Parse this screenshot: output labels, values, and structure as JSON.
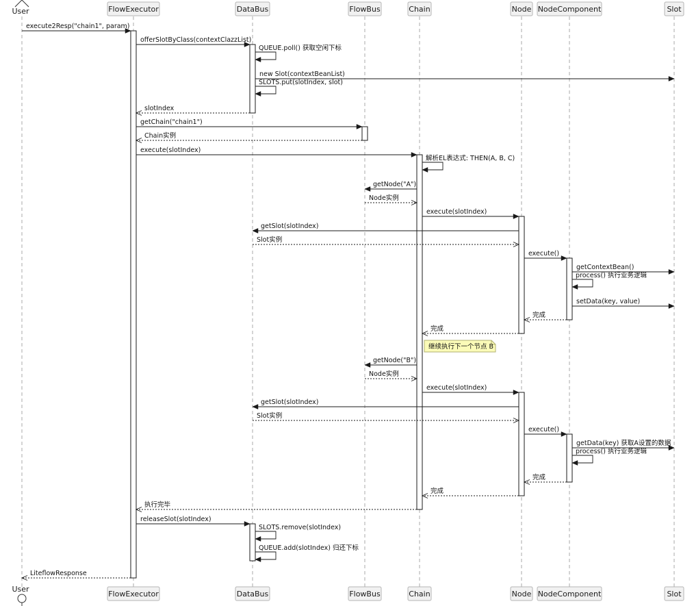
{
  "participants": [
    {
      "id": "user",
      "label": "User",
      "kind": "actor"
    },
    {
      "id": "flowexecutor",
      "label": "FlowExecutor",
      "kind": "box"
    },
    {
      "id": "databus",
      "label": "DataBus",
      "kind": "box"
    },
    {
      "id": "flowbus",
      "label": "FlowBus",
      "kind": "box"
    },
    {
      "id": "chain",
      "label": "Chain",
      "kind": "box"
    },
    {
      "id": "node",
      "label": "Node",
      "kind": "box"
    },
    {
      "id": "nodecomponent",
      "label": "NodeComponent",
      "kind": "box"
    },
    {
      "id": "slot",
      "label": "Slot",
      "kind": "box"
    }
  ],
  "messages": [
    {
      "from": "user",
      "to": "flowexecutor",
      "label": "execute2Resp(\"chain1\", param)",
      "style": "sync"
    },
    {
      "from": "flowexecutor",
      "to": "databus",
      "label": "offerSlotByClass(contextClazzList)",
      "style": "sync"
    },
    {
      "from": "databus",
      "to": "databus",
      "label": "QUEUE.poll() 获取空闲下标",
      "style": "self"
    },
    {
      "from": "databus",
      "to": "slot",
      "label": "new Slot(contextBeanList)",
      "style": "sync"
    },
    {
      "from": "databus",
      "to": "databus",
      "label": "SLOTS.put(slotIndex, slot)",
      "style": "self"
    },
    {
      "from": "databus",
      "to": "flowexecutor",
      "label": "slotIndex",
      "style": "return"
    },
    {
      "from": "flowexecutor",
      "to": "flowbus",
      "label": "getChain(\"chain1\")",
      "style": "sync"
    },
    {
      "from": "flowbus",
      "to": "flowexecutor",
      "label": "Chain实例",
      "style": "return"
    },
    {
      "from": "flowexecutor",
      "to": "chain",
      "label": "execute(slotIndex)",
      "style": "sync"
    },
    {
      "from": "chain",
      "to": "chain",
      "label": "解析EL表达式: THEN(A, B, C)",
      "style": "self"
    },
    {
      "from": "chain",
      "to": "flowbus",
      "label": "getNode(\"A\")",
      "style": "sync"
    },
    {
      "from": "flowbus",
      "to": "chain",
      "label": "Node实例",
      "style": "return"
    },
    {
      "from": "chain",
      "to": "node",
      "label": "execute(slotIndex)",
      "style": "sync"
    },
    {
      "from": "node",
      "to": "databus",
      "label": "getSlot(slotIndex)",
      "style": "sync"
    },
    {
      "from": "databus",
      "to": "node",
      "label": "Slot实例",
      "style": "return"
    },
    {
      "from": "node",
      "to": "nodecomponent",
      "label": "execute()",
      "style": "sync"
    },
    {
      "from": "nodecomponent",
      "to": "slot",
      "label": "getContextBean()",
      "style": "sync"
    },
    {
      "from": "nodecomponent",
      "to": "nodecomponent",
      "label": "process() 执行业务逻辑",
      "style": "self"
    },
    {
      "from": "nodecomponent",
      "to": "slot",
      "label": "setData(key, value)",
      "style": "sync"
    },
    {
      "from": "nodecomponent",
      "to": "node",
      "label": "完成",
      "style": "return"
    },
    {
      "from": "node",
      "to": "chain",
      "label": "完成",
      "style": "return"
    },
    {
      "from": "chain",
      "to": "flowbus",
      "label": "getNode(\"B\")",
      "style": "sync"
    },
    {
      "from": "flowbus",
      "to": "chain",
      "label": "Node实例",
      "style": "return"
    },
    {
      "from": "chain",
      "to": "node",
      "label": "execute(slotIndex)",
      "style": "sync"
    },
    {
      "from": "node",
      "to": "databus",
      "label": "getSlot(slotIndex)",
      "style": "sync"
    },
    {
      "from": "databus",
      "to": "node",
      "label": "Slot实例",
      "style": "return"
    },
    {
      "from": "node",
      "to": "nodecomponent",
      "label": "execute()",
      "style": "sync"
    },
    {
      "from": "nodecomponent",
      "to": "slot",
      "label": "getData(key) 获取A设置的数据",
      "style": "sync"
    },
    {
      "from": "nodecomponent",
      "to": "nodecomponent",
      "label": "process() 执行业务逻辑",
      "style": "self"
    },
    {
      "from": "nodecomponent",
      "to": "node",
      "label": "完成",
      "style": "return"
    },
    {
      "from": "node",
      "to": "chain",
      "label": "完成",
      "style": "return"
    },
    {
      "from": "chain",
      "to": "flowexecutor",
      "label": "执行完毕",
      "style": "return"
    },
    {
      "from": "flowexecutor",
      "to": "databus",
      "label": "releaseSlot(slotIndex)",
      "style": "sync"
    },
    {
      "from": "databus",
      "to": "databus",
      "label": "SLOTS.remove(slotIndex)",
      "style": "self"
    },
    {
      "from": "databus",
      "to": "databus",
      "label": "QUEUE.add(slotIndex) 归还下标",
      "style": "self"
    },
    {
      "from": "flowexecutor",
      "to": "user",
      "label": "LiteflowResponse",
      "style": "return"
    }
  ],
  "notes": [
    {
      "over": "chain",
      "text": "继续执行下一个节点 B"
    }
  ],
  "colors": {
    "participant_fill": "#f1f1f1",
    "participant_border": "#b5b5b5",
    "lifeline": "#a8a8a8",
    "arrow": "#1a1a1a",
    "note_fill": "#fbfbb8",
    "note_border": "#b0b070"
  }
}
